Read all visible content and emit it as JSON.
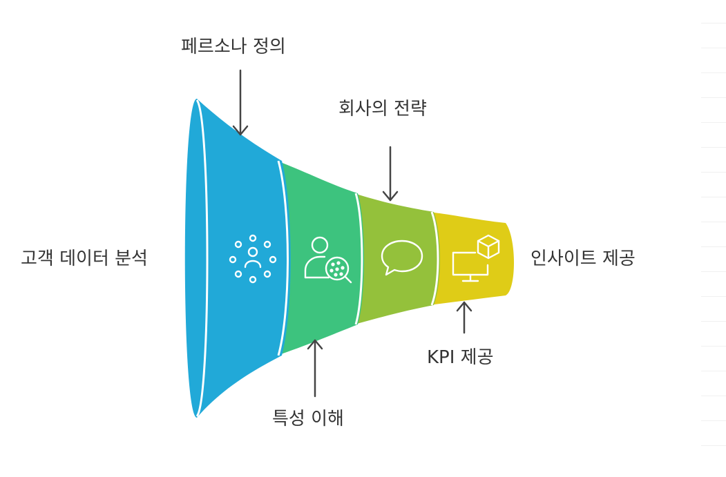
{
  "diagram": {
    "left_label": "고객 데이터 분석",
    "right_label": "인사이트 제공",
    "stages": [
      {
        "color": "#21a9d8",
        "icon": "people-network-icon",
        "callout": "페르소나 정의",
        "callout_side": "top"
      },
      {
        "color": "#3dc37e",
        "icon": "user-search-icon",
        "callout": "특성 이해",
        "callout_side": "bottom"
      },
      {
        "color": "#94c13b",
        "icon": "speech-bubble-icon",
        "callout": "회사의 전략",
        "callout_side": "top"
      },
      {
        "color": "#dfcc17",
        "icon": "monitor-cube-icon",
        "callout": "KPI 제공",
        "callout_side": "bottom"
      }
    ],
    "colors": {
      "arrow": "#444444",
      "text": "#333333",
      "icon_stroke": "#ffffff"
    }
  }
}
